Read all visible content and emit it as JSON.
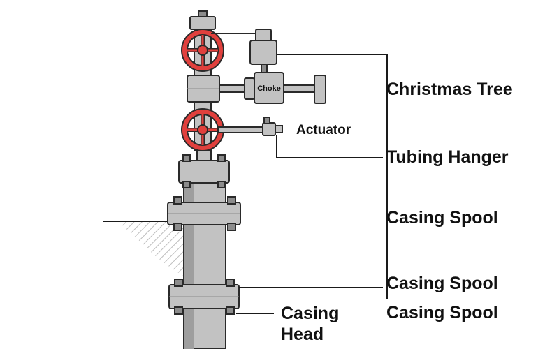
{
  "labels": {
    "christmas_tree": "Christmas Tree",
    "tubing_hanger": "Tubing Hanger",
    "casing_spool_1": "Casing Spool",
    "casing_spool_2": "Casing Spool",
    "casing_spool_3": "Casing Spool",
    "actuator": "Actuator",
    "choke": "Choke",
    "casing_head_line1": "Casing",
    "casing_head_line2": "Head"
  },
  "colors": {
    "steel": "#c2c2c2",
    "steel_dark": "#8c8c8c",
    "outline": "#2a2a2a",
    "valve_wheel": "#e0403d",
    "ground_hatch": "#bdbdbd",
    "leader_line": "#1a1a1a"
  }
}
